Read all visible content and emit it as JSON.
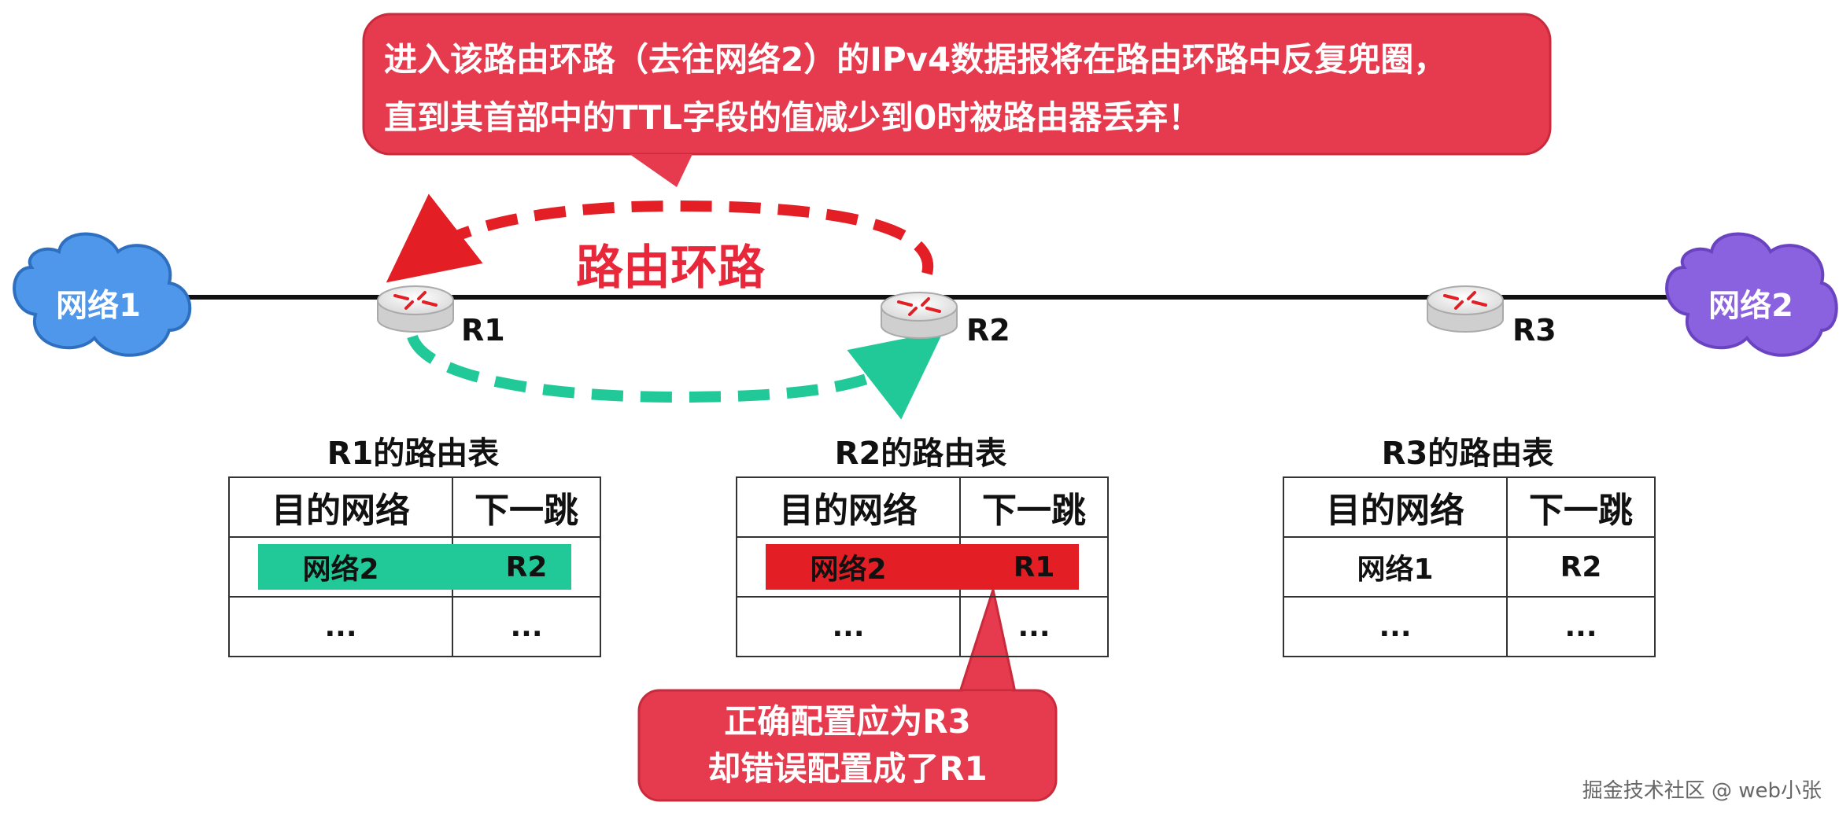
{
  "callout_top": {
    "line1": "进入该路由环路（去往网络2）的IPv4数据报将在路由环路中反复兜圈，",
    "line2": "直到其首部中的TTL字段的值减少到0时被路由器丢弃！"
  },
  "loop_label": "路由环路",
  "networks": {
    "left": "网络1",
    "right": "网络2"
  },
  "routers": {
    "r1": "R1",
    "r2": "R2",
    "r3": "R3"
  },
  "tables": [
    {
      "title": "R1的路由表",
      "headers": [
        "目的网络",
        "下一跳"
      ],
      "rows": [
        [
          "网络2",
          "R2"
        ],
        [
          "...",
          "..."
        ]
      ],
      "highlight": "#20c997"
    },
    {
      "title": "R2的路由表",
      "headers": [
        "目的网络",
        "下一跳"
      ],
      "rows": [
        [
          "网络2",
          "R1"
        ],
        [
          "...",
          "..."
        ]
      ],
      "highlight": "#e31e25"
    },
    {
      "title": "R3的路由表",
      "headers": [
        "目的网络",
        "下一跳"
      ],
      "rows": [
        [
          "网络1",
          "R2"
        ],
        [
          "...",
          "..."
        ]
      ],
      "highlight": ""
    }
  ],
  "callout_bottom": {
    "line1": "正确配置应为R3",
    "line2": "却错误配置成了R1"
  },
  "watermark": "掘金技术社区 @ web小张",
  "colors": {
    "callout": "#e63a4e",
    "loop_red": "#e31e25",
    "loop_green": "#20c997",
    "cloud_blue": "#4f97ea",
    "cloud_purple": "#8a62e0"
  },
  "icons": [
    "router-icon",
    "cloud-icon"
  ]
}
